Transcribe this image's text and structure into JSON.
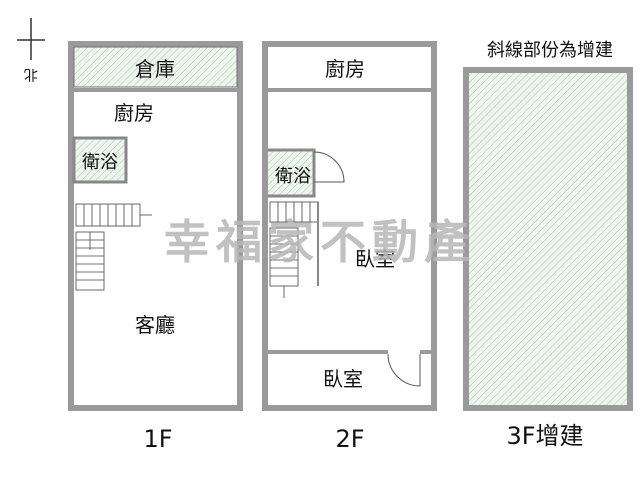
{
  "compass": {
    "label": "北"
  },
  "watermark": {
    "text": "幸福家不動產"
  },
  "floors": {
    "f1": {
      "caption": "1F",
      "rooms": {
        "storage": "倉庫",
        "kitchen": "廚房",
        "bathroom": "衛浴",
        "living_room": "客廳"
      }
    },
    "f2": {
      "caption": "2F",
      "rooms": {
        "kitchen": "廚房",
        "bathroom": "衛浴",
        "bedroom_main": "臥室",
        "bedroom_front": "臥室"
      }
    },
    "f3": {
      "caption": "3F增建",
      "note": "斜線部份為增建"
    }
  },
  "colors": {
    "wall": "#9a9a9a",
    "wall_dark": "#707070",
    "line": "#333333",
    "hatch_fill": "#eef5ee",
    "hatch_line": "#a9c4a9",
    "watermark": "#b7b7b7",
    "text": "#111111"
  }
}
